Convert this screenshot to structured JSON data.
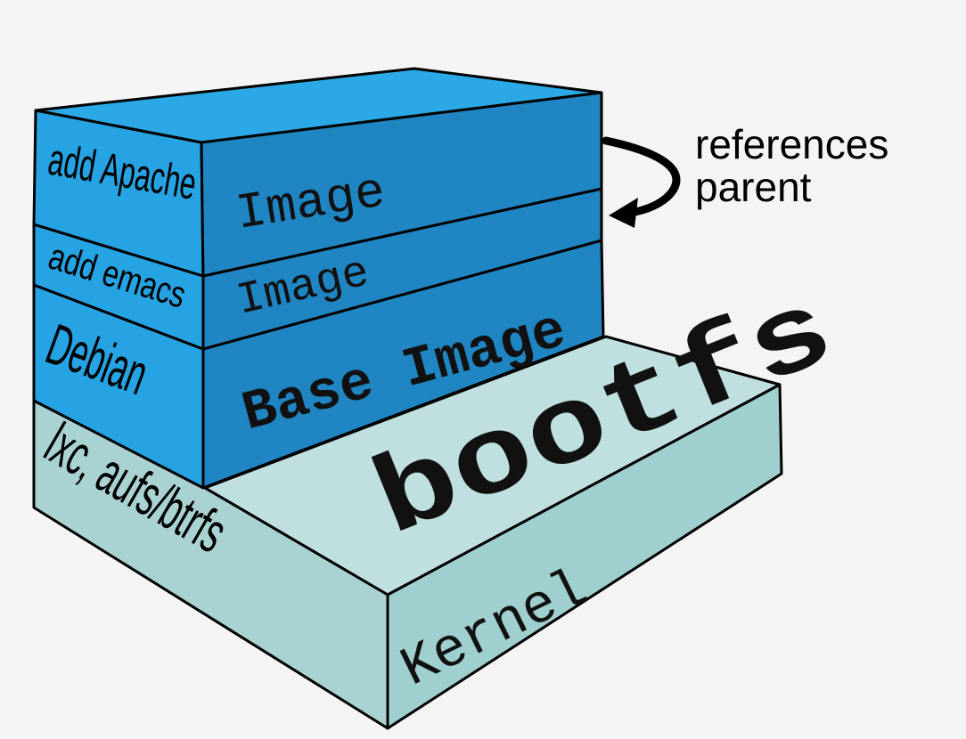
{
  "layers": [
    {
      "side_label": "add Apache",
      "front_label": "Image"
    },
    {
      "side_label": "add emacs",
      "front_label": "Image"
    },
    {
      "side_label": "Debian",
      "front_label": "Base Image"
    },
    {
      "side_label": "lxc, aufs/btrfs",
      "top_label": "bootfs",
      "front_label": "Kernel"
    }
  ],
  "annotation": {
    "line1": "references",
    "line2": "parent"
  },
  "colors": {
    "layer_top": "#2aa9e6",
    "layer_left": "#25a3e3",
    "layer_front": "#1f86c3",
    "kernel_top": "#bfe0df",
    "kernel_left": "#a9d3d2",
    "kernel_front": "#9fcfce"
  }
}
